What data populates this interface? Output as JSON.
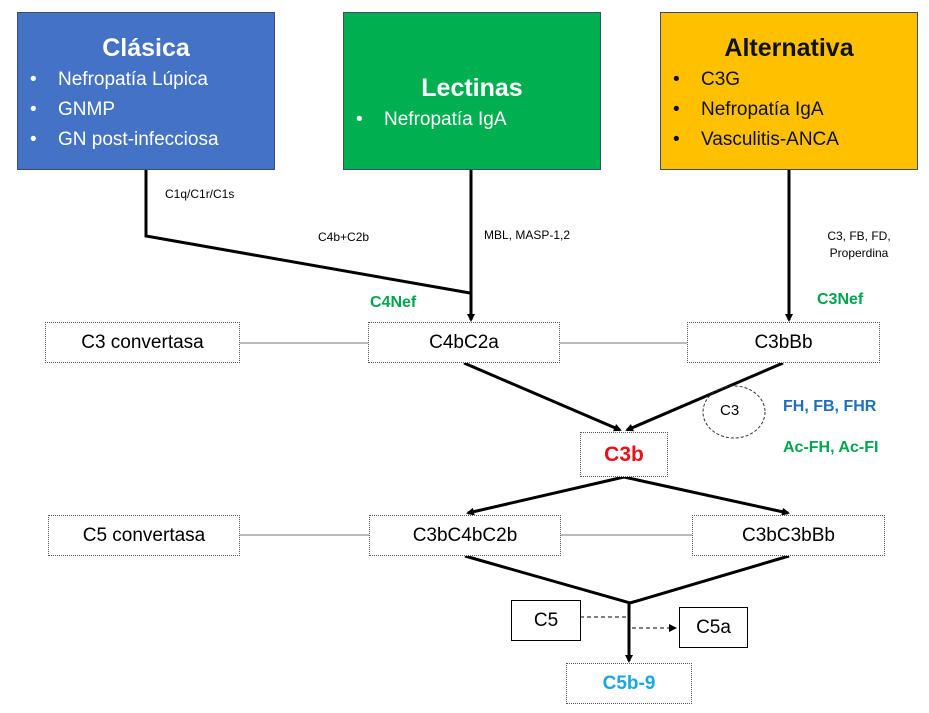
{
  "colors": {
    "classical": "#4472C4",
    "lectin": "#00B050",
    "alternative": "#FFC000",
    "green_text": "#00A550",
    "blue_text": "#1F6FBF",
    "red_text": "#E8101A",
    "cyan_text": "#1AA7E0"
  },
  "pathways": {
    "classical": {
      "title": "Clásica",
      "items": [
        "Nefropatía Lúpica",
        "GNMP",
        "GN post-infecciosa"
      ]
    },
    "lectin": {
      "title": "Lectinas",
      "items": [
        "Nefropatía IgA"
      ]
    },
    "alternative": {
      "title": "Alternativa",
      "items": [
        "C3G",
        "Nefropatía IgA",
        "Vasculitis-ANCA"
      ]
    }
  },
  "bullet": "•",
  "edge_labels": {
    "classical_initiators": "C1q/C1r/C1s",
    "classical_products": "C4b+C2b",
    "lectin_initiators": "MBL, MASP-1,2",
    "alternative_initiators_line1": "C3, FB, FD,",
    "alternative_initiators_line2": "Properdina"
  },
  "regulators": {
    "c4nef": "C4Nef",
    "c3nef": "C3Nef",
    "factors": "FH, FB, FHR",
    "antibodies": "Ac-FH, Ac-FI"
  },
  "nodes": {
    "c3_convertase_label": "C3 convertasa",
    "c4bc2a": "C4bC2a",
    "c3bbb": "C3bBb",
    "c3_substrate": "C3",
    "c3b": "C3b",
    "c5_convertase_label": "C5 convertasa",
    "c3bc4bc2b": "C3bC4bC2b",
    "c3bc3bbb": "C3bC3bBb",
    "c5": "C5",
    "c5a": "C5a",
    "c5b9": "C5b-9"
  }
}
